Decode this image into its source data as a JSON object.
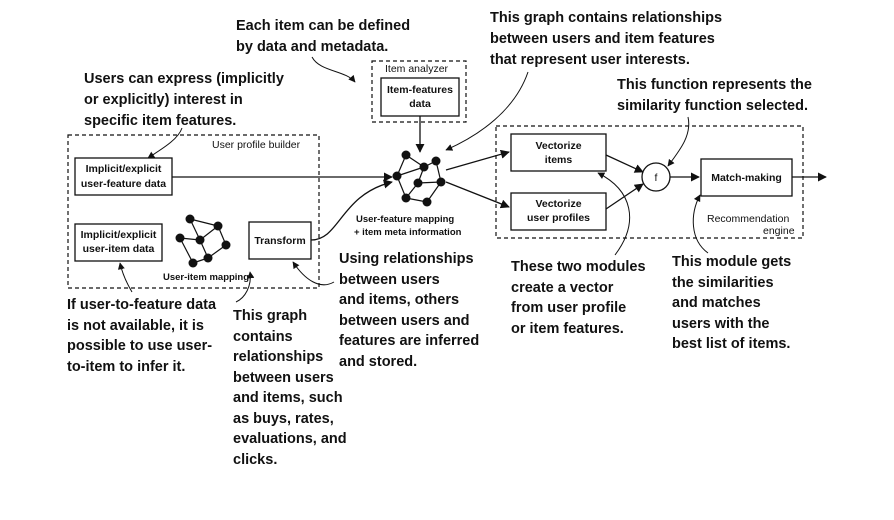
{
  "annotations": {
    "item_defined": [
      "Each item can be defined",
      "by data and metadata."
    ],
    "graph_users_features": [
      "This graph contains relationships",
      "between users and item features",
      "that represent user interests."
    ],
    "users_express": [
      "Users can express (implicitly",
      "or explicitly) interest in",
      "specific item features."
    ],
    "similarity_function": [
      "This function represents the",
      "similarity function selected."
    ],
    "infer_relationships": [
      "Using relationships",
      "between users",
      "and items, others",
      "between users and",
      "features are inferred",
      "and stored."
    ],
    "two_modules": [
      "These two modules",
      "create a vector",
      "from user profile",
      "or item features."
    ],
    "match_module": [
      "This module gets",
      "the similarities",
      "and matches",
      "users with the",
      "best list of items."
    ],
    "user_to_item": [
      "If user-to-feature data",
      "is not available, it is",
      "possible to use user-",
      "to-item to infer it."
    ],
    "user_item_graph": [
      "This graph",
      "contains",
      "relationships",
      "between users",
      "and items, such",
      "as buys, rates,",
      "evaluations, and",
      "clicks."
    ]
  },
  "groups": {
    "item_analyzer": "Item analyzer",
    "user_profile_builder": "User profile builder",
    "recommendation_engine": [
      "Recommendation",
      "engine"
    ]
  },
  "boxes": {
    "item_features": [
      "Item-features",
      "data"
    ],
    "user_feature_data": [
      "Implicit/explicit",
      "user-feature data"
    ],
    "user_item_data": [
      "Implicit/explicit",
      "user-item data"
    ],
    "transform": "Transform",
    "vectorize_items": [
      "Vectorize",
      "items"
    ],
    "vectorize_users": [
      "Vectorize",
      "user profiles"
    ],
    "similarity": "f",
    "match_making": "Match-making"
  },
  "labels": {
    "user_item_mapping": "User-item mapping",
    "user_feature_mapping": [
      "User-feature mapping",
      "+ item meta information"
    ]
  }
}
